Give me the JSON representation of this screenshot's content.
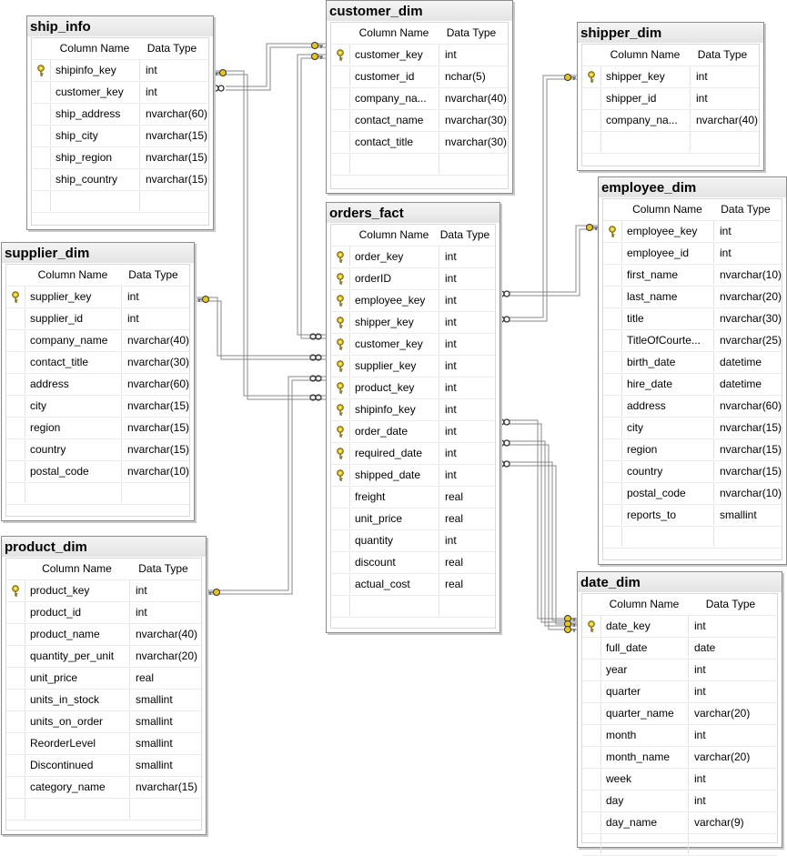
{
  "column_header": {
    "name": "Column Name",
    "type": "Data Type"
  },
  "tables": {
    "ship_info": {
      "title": "ship_info",
      "columns": [
        {
          "name": "shipinfo_key",
          "type": "int",
          "pk": true
        },
        {
          "name": "customer_key",
          "type": "int",
          "pk": false
        },
        {
          "name": "ship_address",
          "type": "nvarchar(60)",
          "pk": false
        },
        {
          "name": "ship_city",
          "type": "nvarchar(15)",
          "pk": false
        },
        {
          "name": "ship_region",
          "type": "nvarchar(15)",
          "pk": false
        },
        {
          "name": "ship_country",
          "type": "nvarchar(15)",
          "pk": false
        }
      ]
    },
    "customer_dim": {
      "title": "customer_dim",
      "columns": [
        {
          "name": "customer_key",
          "type": "int",
          "pk": true
        },
        {
          "name": "customer_id",
          "type": "nchar(5)",
          "pk": false
        },
        {
          "name": "company_na...",
          "type": "nvarchar(40)",
          "pk": false
        },
        {
          "name": "contact_name",
          "type": "nvarchar(30)",
          "pk": false
        },
        {
          "name": "contact_title",
          "type": "nvarchar(30)",
          "pk": false
        }
      ]
    },
    "shipper_dim": {
      "title": "shipper_dim",
      "columns": [
        {
          "name": "shipper_key",
          "type": "int",
          "pk": true
        },
        {
          "name": "shipper_id",
          "type": "int",
          "pk": false
        },
        {
          "name": "company_na...",
          "type": "nvarchar(40)",
          "pk": false
        }
      ]
    },
    "supplier_dim": {
      "title": "supplier_dim",
      "columns": [
        {
          "name": "supplier_key",
          "type": "int",
          "pk": true
        },
        {
          "name": "supplier_id",
          "type": "int",
          "pk": false
        },
        {
          "name": "company_name",
          "type": "nvarchar(40)",
          "pk": false
        },
        {
          "name": "contact_title",
          "type": "nvarchar(30)",
          "pk": false
        },
        {
          "name": "address",
          "type": "nvarchar(60)",
          "pk": false
        },
        {
          "name": "city",
          "type": "nvarchar(15)",
          "pk": false
        },
        {
          "name": "region",
          "type": "nvarchar(15)",
          "pk": false
        },
        {
          "name": "country",
          "type": "nvarchar(15)",
          "pk": false
        },
        {
          "name": "postal_code",
          "type": "nvarchar(10)",
          "pk": false
        }
      ]
    },
    "orders_fact": {
      "title": "orders_fact",
      "columns": [
        {
          "name": "order_key",
          "type": "int",
          "pk": true
        },
        {
          "name": "orderID",
          "type": "int",
          "pk": true
        },
        {
          "name": "employee_key",
          "type": "int",
          "pk": true
        },
        {
          "name": "shipper_key",
          "type": "int",
          "pk": true
        },
        {
          "name": "customer_key",
          "type": "int",
          "pk": true
        },
        {
          "name": "supplier_key",
          "type": "int",
          "pk": true
        },
        {
          "name": "product_key",
          "type": "int",
          "pk": true
        },
        {
          "name": "shipinfo_key",
          "type": "int",
          "pk": true
        },
        {
          "name": "order_date",
          "type": "int",
          "pk": true
        },
        {
          "name": "required_date",
          "type": "int",
          "pk": true
        },
        {
          "name": "shipped_date",
          "type": "int",
          "pk": true
        },
        {
          "name": "freight",
          "type": "real",
          "pk": false
        },
        {
          "name": "unit_price",
          "type": "real",
          "pk": false
        },
        {
          "name": "quantity",
          "type": "int",
          "pk": false
        },
        {
          "name": "discount",
          "type": "real",
          "pk": false
        },
        {
          "name": "actual_cost",
          "type": "real",
          "pk": false
        }
      ]
    },
    "employee_dim": {
      "title": "employee_dim",
      "columns": [
        {
          "name": "employee_key",
          "type": "int",
          "pk": true
        },
        {
          "name": "employee_id",
          "type": "int",
          "pk": false
        },
        {
          "name": "first_name",
          "type": "nvarchar(10)",
          "pk": false
        },
        {
          "name": "last_name",
          "type": "nvarchar(20)",
          "pk": false
        },
        {
          "name": "title",
          "type": "nvarchar(30)",
          "pk": false
        },
        {
          "name": "TitleOfCourte...",
          "type": "nvarchar(25)",
          "pk": false
        },
        {
          "name": "birth_date",
          "type": "datetime",
          "pk": false
        },
        {
          "name": "hire_date",
          "type": "datetime",
          "pk": false
        },
        {
          "name": "address",
          "type": "nvarchar(60)",
          "pk": false
        },
        {
          "name": "city",
          "type": "nvarchar(15)",
          "pk": false
        },
        {
          "name": "region",
          "type": "nvarchar(15)",
          "pk": false
        },
        {
          "name": "country",
          "type": "nvarchar(15)",
          "pk": false
        },
        {
          "name": "postal_code",
          "type": "nvarchar(10)",
          "pk": false
        },
        {
          "name": "reports_to",
          "type": "smallint",
          "pk": false
        }
      ]
    },
    "product_dim": {
      "title": "product_dim",
      "columns": [
        {
          "name": "product_key",
          "type": "int",
          "pk": true
        },
        {
          "name": "product_id",
          "type": "int",
          "pk": false
        },
        {
          "name": "product_name",
          "type": "nvarchar(40)",
          "pk": false
        },
        {
          "name": "quantity_per_unit",
          "type": "nvarchar(20)",
          "pk": false
        },
        {
          "name": "unit_price",
          "type": "real",
          "pk": false
        },
        {
          "name": "units_in_stock",
          "type": "smallint",
          "pk": false
        },
        {
          "name": "units_on_order",
          "type": "smallint",
          "pk": false
        },
        {
          "name": "ReorderLevel",
          "type": "smallint",
          "pk": false
        },
        {
          "name": "Discontinued",
          "type": "smallint",
          "pk": false
        },
        {
          "name": "category_name",
          "type": "nvarchar(15)",
          "pk": false
        }
      ]
    },
    "date_dim": {
      "title": "date_dim",
      "columns": [
        {
          "name": "date_key",
          "type": "int",
          "pk": true
        },
        {
          "name": "full_date",
          "type": "date",
          "pk": false
        },
        {
          "name": "year",
          "type": "int",
          "pk": false
        },
        {
          "name": "quarter",
          "type": "int",
          "pk": false
        },
        {
          "name": "quarter_name",
          "type": "varchar(20)",
          "pk": false
        },
        {
          "name": "month",
          "type": "int",
          "pk": false
        },
        {
          "name": "month_name",
          "type": "varchar(20)",
          "pk": false
        },
        {
          "name": "week",
          "type": "int",
          "pk": false
        },
        {
          "name": "day",
          "type": "int",
          "pk": false
        },
        {
          "name": "day_name",
          "type": "varchar(9)",
          "pk": false
        }
      ]
    }
  },
  "relationships": [
    {
      "from": "orders_fact.employee_key",
      "to": "employee_dim.employee_key"
    },
    {
      "from": "orders_fact.shipper_key",
      "to": "shipper_dim.shipper_key"
    },
    {
      "from": "orders_fact.customer_key",
      "to": "customer_dim.customer_key"
    },
    {
      "from": "ship_info.customer_key",
      "to": "customer_dim.customer_key"
    },
    {
      "from": "orders_fact.supplier_key",
      "to": "supplier_dim.supplier_key"
    },
    {
      "from": "orders_fact.product_key",
      "to": "product_dim.product_key"
    },
    {
      "from": "orders_fact.shipinfo_key",
      "to": "ship_info.shipinfo_key"
    },
    {
      "from": "orders_fact.order_date",
      "to": "date_dim.date_key"
    },
    {
      "from": "orders_fact.required_date",
      "to": "date_dim.date_key"
    },
    {
      "from": "orders_fact.shipped_date",
      "to": "date_dim.date_key"
    }
  ],
  "colors": {
    "key_icon": "#e6c61a",
    "line": "#8a8a8a",
    "header_bg": "#ececec",
    "border": "#8c8c8c"
  }
}
